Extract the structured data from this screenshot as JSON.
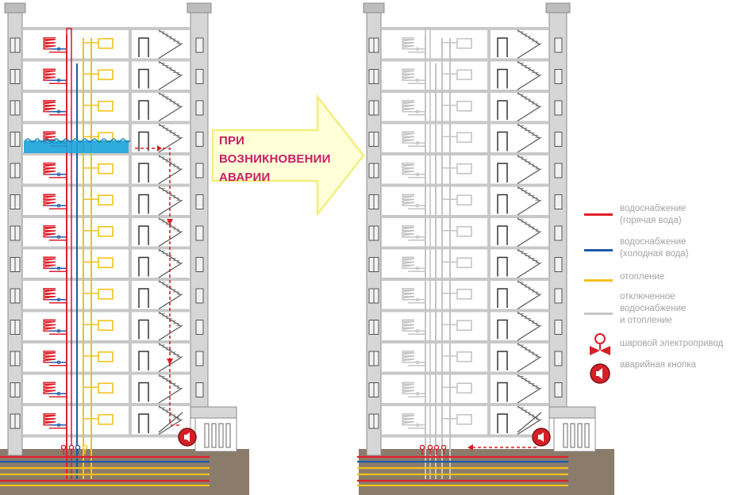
{
  "callout": {
    "text": "ПРИ\nВОЗНИКНОВЕНИИ\nАВАРИИ"
  },
  "legend": {
    "items": [
      {
        "key": "hot",
        "text": "водоснабжение\n(горячая вода)",
        "color": "#e0212c"
      },
      {
        "key": "cold",
        "text": "водоснабжение\n(холодная вода)",
        "color": "#1f5aa8"
      },
      {
        "key": "heat",
        "text": "отопление",
        "color": "#f2c21a"
      },
      {
        "key": "off",
        "text": "отключенное\nводоснабжение\nи отопление",
        "color": "#c4c4c4"
      },
      {
        "key": "valve",
        "text": "шаровой электропривод",
        "icon": "ball-valve-icon",
        "color": "#d62027"
      },
      {
        "key": "button",
        "text": "аварийная кнопка",
        "icon": "emergency-button-icon",
        "color": "#d62027"
      }
    ]
  },
  "colors": {
    "wall": "#c8c8c8",
    "wall_dark": "#8c8c8c",
    "ground": "#8a7b6a",
    "water_flood": "#1aa3d8",
    "arrow_fill": "#ffffd0",
    "arrow_stroke": "#f5f07a"
  }
}
